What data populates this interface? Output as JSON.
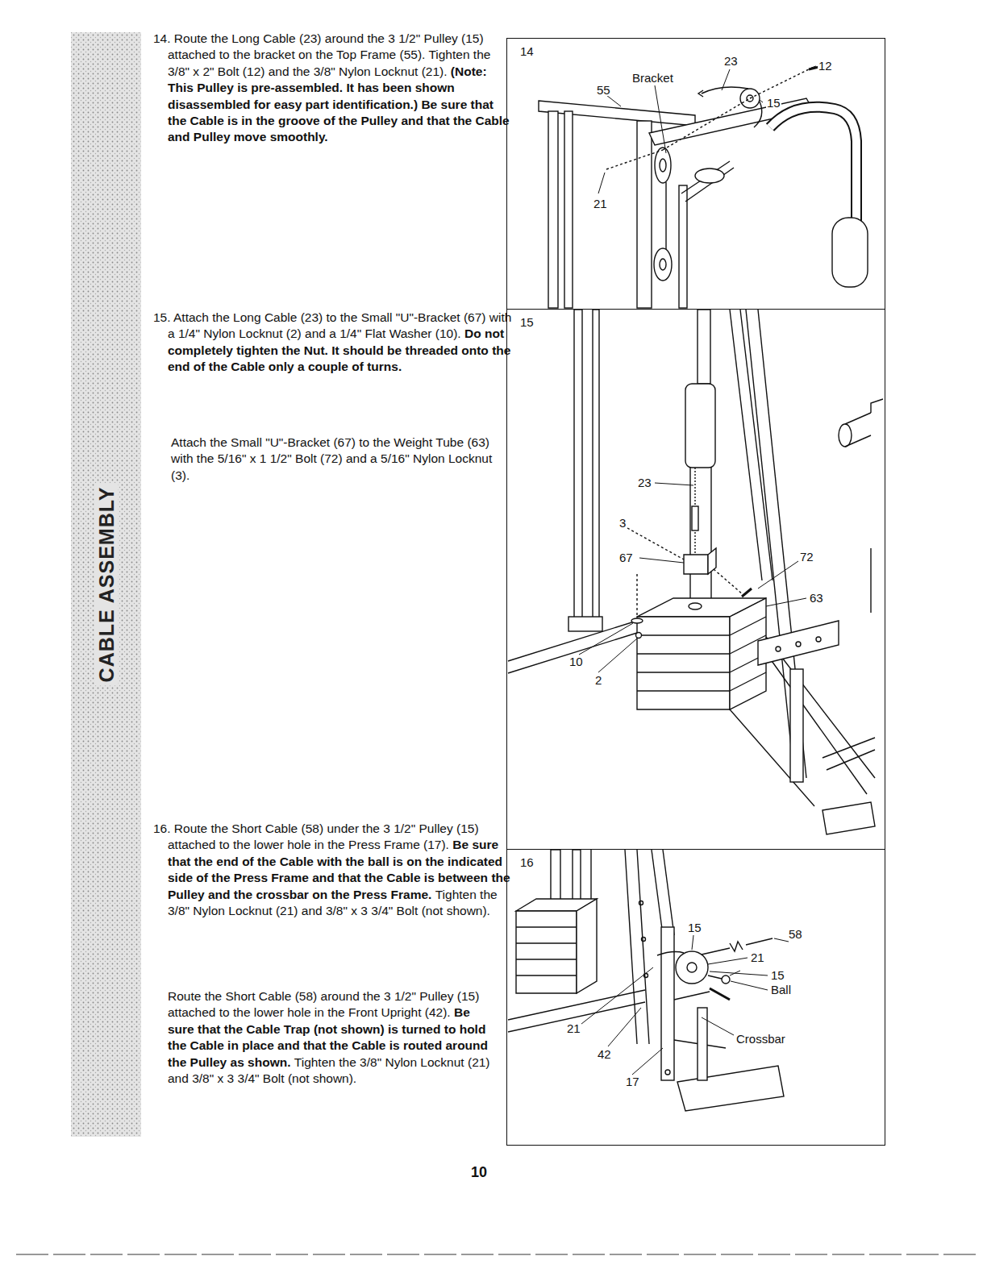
{
  "diagram": {
    "nodes": [
      {
        "text": [
          "14"
        ]
      },
      {
        "text": [
          "15"
        ]
      },
      {
        "text": [
          "16"
        ]
      }
    ],
    "labels": [
      "14. Route the Long Cable (23) around the 3 1/2\" Pulley (15) attached to the bracket on the Top Frame (55). Tighten the 3/8\" x 2\" Bolt (12) and the 3/8\" Nylon Locknut (21).",
      "(Note: This Pulley is pre-assembled. It has been shown disassembled for easy part identification.) Be sure that the Cable is in the groove of the Pulley and that the Cable and Pulley move smoothly.",
      "15. Attach the Long Cable (23) to the Small \"U\"-Bracket (67) with a 1/4\" Nylon Locknut (2) and a 1/4\" Flat Washer (10).",
      "Do not completely tighten the Nut. It should be threaded onto the end of the Cable only a couple of turns.",
      "Attach the Small \"U\"-Bracket (67) to the Weight Tube (63) with the 5/16\" x 1 1/2\" Bolt (72) and a 5/16\" Nylon Locknut (3).",
      "16. Route the Short Cable (58) under the 3 1/2\" Pulley (15) attached to the lower hole in the Press Frame (17).",
      "Be sure that the end of the Cable with the ball is on the indicated side of the Press Frame and that the Cable is between the Pulley and the crossbar on the Press Frame.",
      "Tighten the 3/8\" Nylon Locknut (21) and 3/8\" x 3 3/4\" Bolt (not shown).",
      "Route the Short Cable (58) around the 3 1/2\" Pulley (15) attached to the lower hole in the Front Upright (42).",
      "Be sure that the Cable Trap (not shown) is turned to hold the Cable in place and that the Cable is routed around the Pulley as shown.",
      "Tighten the 3/8\" Nylon Locknut (21) and 3/8\" x 3 3/4\" Bolt (not shown).",
      "CABLE ASSEMBLY",
      "10",
      "23",
      "12",
      "Bracket",
      "55",
      "15",
      "21",
      "23",
      "3",
      "67",
      "72",
      "63",
      "10",
      "2",
      "15",
      "58",
      "21",
      "15",
      "Ball",
      "Crossbar",
      "21",
      "42",
      "17"
    ]
  }
}
